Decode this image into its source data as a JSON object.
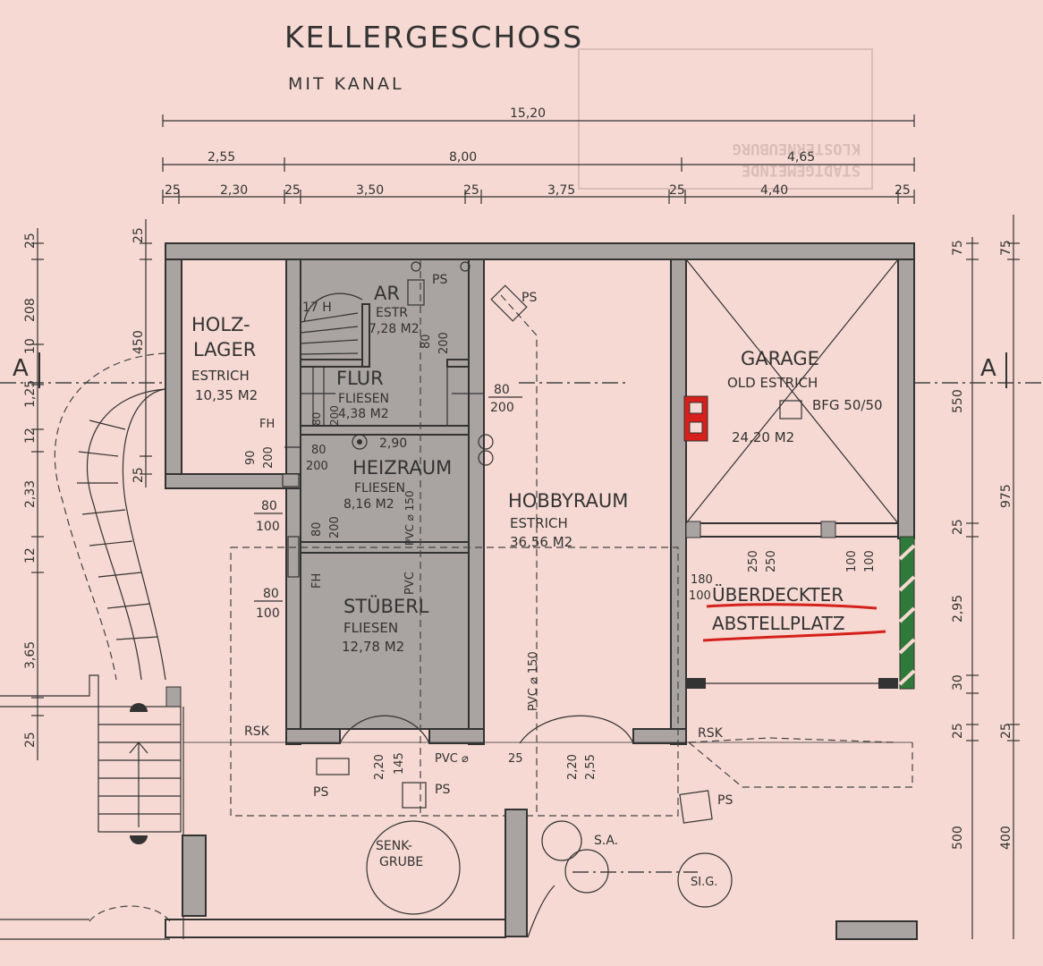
{
  "header": {
    "title": "KELLERGESCHOSS",
    "subtitle": "MIT KANAL"
  },
  "stamp": {
    "line1": "STADTGEMEINDE",
    "line2": "KLOSTERNEUBURG"
  },
  "dimensions": {
    "overall": "15,20",
    "seg_255": "2,55",
    "seg_800": "8,00",
    "seg_465": "4,65",
    "d25a": "25",
    "d230": "2,30",
    "d25b": "25",
    "d350": "3,50",
    "d25c": "25",
    "d375": "3,75",
    "d25d": "25",
    "d440": "4,40",
    "d25e": "25",
    "left_25a": "25",
    "left_208": "208",
    "left_10": "10",
    "left_125": "1,25",
    "left_12a": "12",
    "left_233": "2,33",
    "left_12b": "12",
    "left_365": "3,65",
    "left_25b": "25",
    "left_450": "450",
    "left_25c": "25",
    "right_75a": "75",
    "right_75b": "75",
    "right_550": "550",
    "right_975": "975",
    "right_25a": "25",
    "right_295": "2,95",
    "right_30": "30",
    "right_25b": "25",
    "right_500": "500",
    "right_400": "400"
  },
  "section_marks": {
    "left": "A",
    "right": "A"
  },
  "rooms": {
    "holzlager": {
      "name1": "HOLZ-",
      "name2": "LAGER",
      "floor": "ESTRICH",
      "area": "10,35 M2"
    },
    "ar": {
      "name": "AR",
      "floor": "ESTR",
      "area": "7,28 M2"
    },
    "flur": {
      "name": "FLUR",
      "floor": "FLIESEN",
      "area": "4,38 M2"
    },
    "heizraum": {
      "name": "HEIZRAUM",
      "floor": "FLIESEN",
      "area": "8,16 M2"
    },
    "stuberl": {
      "name": "STÜBERL",
      "floor": "FLIESEN",
      "area": "12,78 M2"
    },
    "hobbyraum": {
      "name": "HOBBYRAUM",
      "floor": "ESTRICH",
      "area": "36,56 M2"
    },
    "garage": {
      "name": "GARAGE",
      "floor": "OLD ESTRICH",
      "area": "24,20 M2",
      "vent": "BFG 50/50"
    },
    "abstellplatz": {
      "name1": "ÜBERDECKTER",
      "name2": "ABSTELLPLATZ"
    }
  },
  "labels": {
    "ps": "PS",
    "stairs": "17 H",
    "fh": "FH",
    "rsk": "RSK",
    "pvc": "PVC",
    "pvc_150": "PVC ⌀ 150",
    "pvc_d": "PVC ⌀",
    "pvc_150b": "PVC ⌀ 150",
    "senkgrube1": "SENK-",
    "senkgrube2": "GRUBE",
    "sa": "S.A.",
    "sig": "SI.G.",
    "door_80": "80",
    "door_200": "200",
    "door_100": "100",
    "door_90": "90",
    "door_290": "2,90",
    "door_180": "180",
    "door_250": "250",
    "door_220": "2,20",
    "door_145": "145",
    "door_255": "2,55",
    "door_25": "25"
  },
  "colors": {
    "paper": "#f6d9d2",
    "wall": "#a9a3a1",
    "ink": "#333333",
    "highlight_red": "#d6201b",
    "accent_green": "#2f7a3a"
  }
}
